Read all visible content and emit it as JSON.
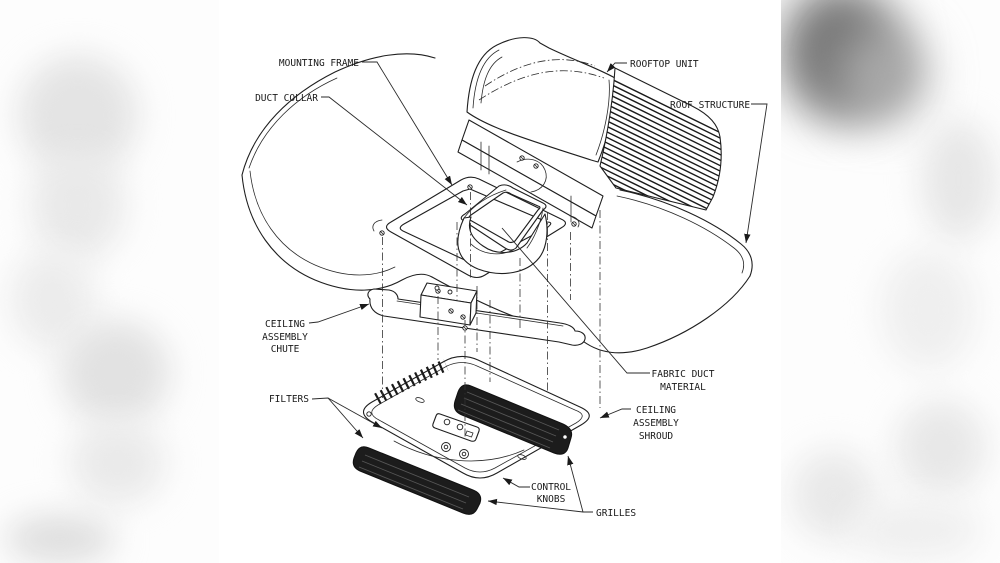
{
  "diagram": {
    "type": "exploded-view technical illustration",
    "subject": "Rooftop air conditioner installation assembly",
    "colors": {
      "line": "#1f1f1f",
      "background": "#ffffff",
      "grille_fill": "#1c1c1c"
    },
    "labels": {
      "mounting_frame": "MOUNTING FRAME",
      "duct_collar": "DUCT COLLAR",
      "rooftop_unit": "ROOFTOP UNIT",
      "roof_structure": "ROOF STRUCTURE",
      "ceiling_assembly_chute": {
        "lines": [
          "CEILING",
          "ASSEMBLY",
          "CHUTE"
        ]
      },
      "fabric_duct_material": {
        "lines": [
          "FABRIC DUCT",
          "MATERIAL"
        ]
      },
      "filters": "FILTERS",
      "ceiling_assembly_shroud": {
        "lines": [
          "CEILING",
          "ASSEMBLY",
          "SHROUD"
        ]
      },
      "control_knobs": {
        "lines": [
          "CONTROL",
          "KNOBS"
        ]
      },
      "grilles": "GRILLES"
    }
  }
}
